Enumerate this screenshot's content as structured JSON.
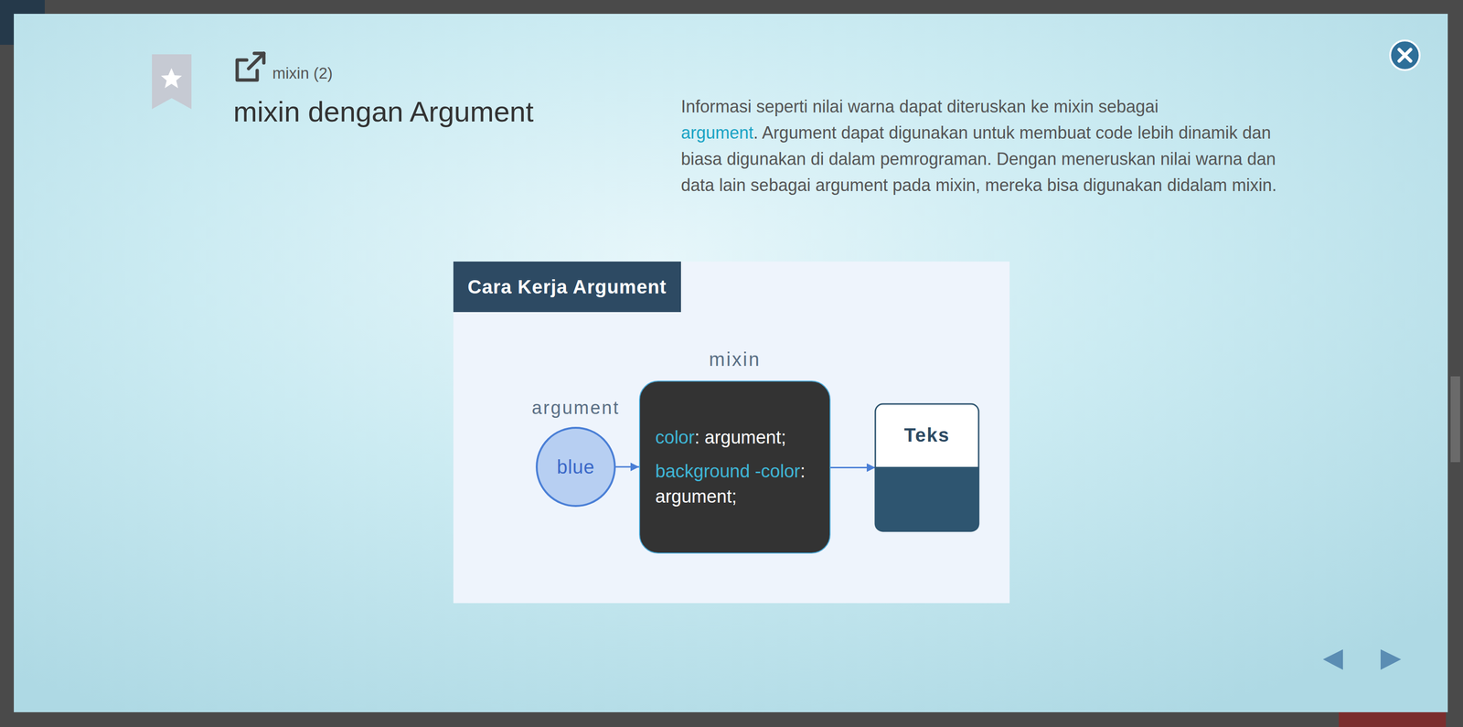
{
  "diagram": {
    "title": "mixin dengan Argument",
    "nodes": [
      {
        "text": [
          "Cara Kerja Argument"
        ]
      },
      {
        "text": [
          "argument",
          "blue"
        ],
        "in": 0
      },
      {
        "text": [
          "mixin",
          "color",
          ": argument;",
          "background -color",
          ": argument;"
        ],
        "in": 0
      },
      {
        "text": [
          "Teks"
        ],
        "in": 0
      }
    ],
    "edges": [
      {
        "from": 1,
        "to": 2,
        "arrow": "to"
      },
      {
        "from": 2,
        "to": 3,
        "arrow": "to"
      }
    ],
    "labels": [
      "mixin (2)",
      "Informasi seperti nilai warna dapat diteruskan ke mixin sebagai",
      "argument",
      ". Argument dapat digunakan untuk membuat code lebih dinamik dan biasa digunakan di dalam pemrograman. Dengan meneruskan nilai warna dan data lain sebagai argument pada mixin, mereka bisa digunakan didalam mixin."
    ]
  }
}
